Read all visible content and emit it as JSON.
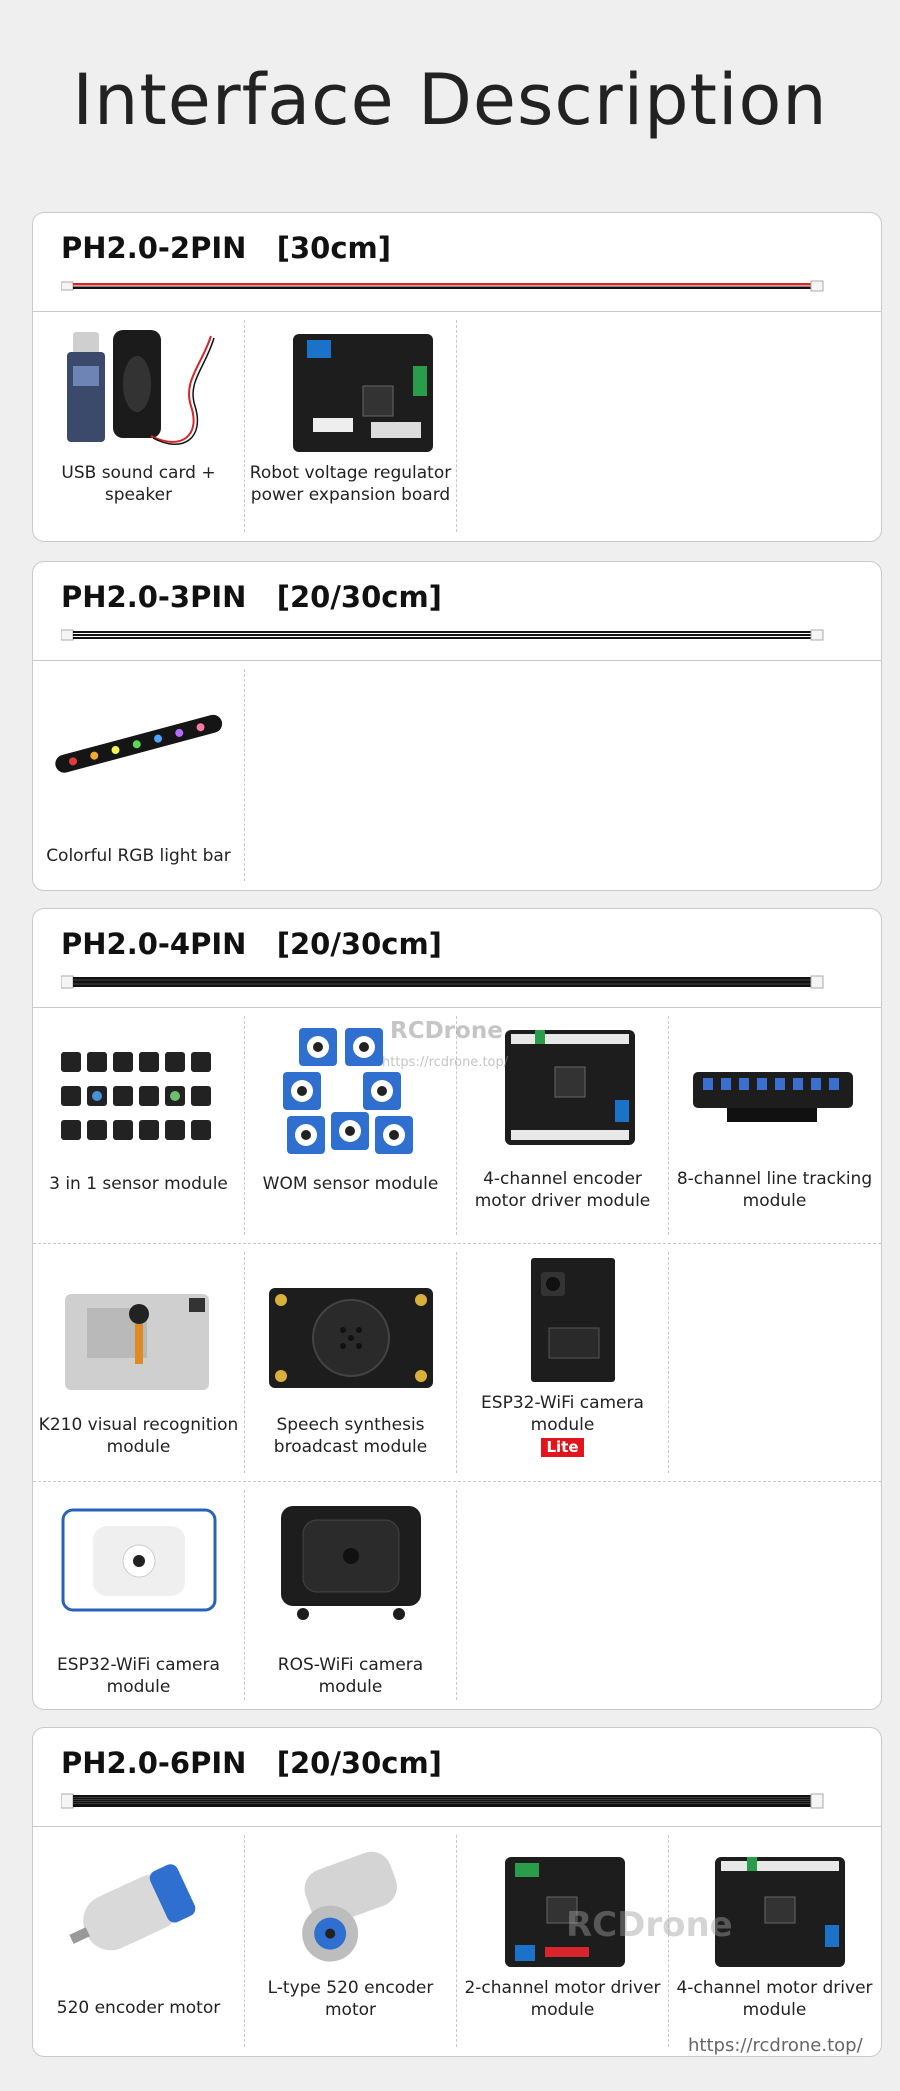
{
  "title": "Interface Description",
  "sections": [
    {
      "title": "PH2.0-2PIN   [30cm]",
      "items": [
        {
          "label": "USB sound card + speaker"
        },
        {
          "label": "Robot voltage regulator power expansion board"
        }
      ]
    },
    {
      "title": "PH2.0-3PIN   [20/30cm]",
      "items": [
        {
          "label": "Colorful RGB light bar"
        }
      ]
    },
    {
      "title": "PH2.0-4PIN   [20/30cm]",
      "items": [
        {
          "label": "3 in 1 sensor module"
        },
        {
          "label": "WOM sensor module"
        },
        {
          "label": "4-channel encoder motor driver module"
        },
        {
          "label": "8-channel line tracking module"
        },
        {
          "label": "K210 visual recognition module"
        },
        {
          "label": "Speech synthesis broadcast module"
        },
        {
          "label": "ESP32-WiFi camera module",
          "badge": "Lite"
        },
        {
          "label": "ESP32-WiFi camera module"
        },
        {
          "label": "ROS-WiFi camera module"
        }
      ]
    },
    {
      "title": "PH2.0-6PIN   [20/30cm]",
      "items": [
        {
          "label": "520 encoder motor"
        },
        {
          "label": "L-type 520 encoder motor"
        },
        {
          "label": "2-channel motor driver module"
        },
        {
          "label": "4-channel motor driver module"
        }
      ]
    }
  ],
  "watermarks": {
    "brand": "RCDrone",
    "url_small": "https://rcdrone.top/",
    "brand_large": "RCDrone",
    "url_bottom": "https://rcdrone.top/"
  },
  "colors": {
    "background": "#efefef",
    "card": "#ffffff",
    "border": "#c9c9c9",
    "badge": "#e0161c",
    "wire_red": "#d6262b",
    "wire_black": "#111111"
  }
}
